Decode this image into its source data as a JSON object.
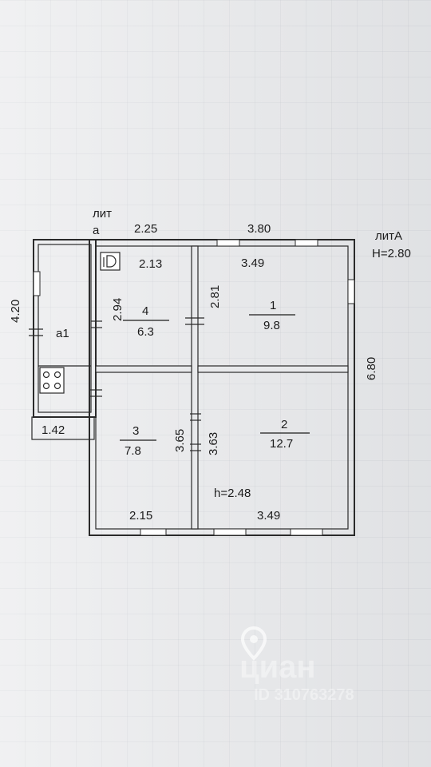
{
  "header_noise": {
    "line1": "…  …  …",
    "line2": "…  …  …"
  },
  "liter_a_small": {
    "line1": "лит",
    "line2": "а"
  },
  "liter_A": {
    "name": "литА",
    "height": "H=2.80"
  },
  "dimensions": {
    "top_left": "2.25",
    "top_right": "3.80",
    "left_outer": "4.20",
    "right_outer": "6.80",
    "bottom_left_porch": "1.42"
  },
  "rooms": [
    {
      "number": "4",
      "area": "6.3",
      "width": "2.13",
      "height": "2.94"
    },
    {
      "number": "1",
      "area": "9.8",
      "width": "3.49",
      "height": "2.81"
    },
    {
      "number": "3",
      "area": "7.8",
      "width": "2.15",
      "height": "3.65"
    },
    {
      "number": "2",
      "area": "12.7",
      "width": "3.49",
      "height": "3.63"
    }
  ],
  "annex": {
    "label": "a1"
  },
  "ceiling_height": "h=2.48",
  "watermark": {
    "brand": "циан",
    "id": "ID 310763278"
  }
}
